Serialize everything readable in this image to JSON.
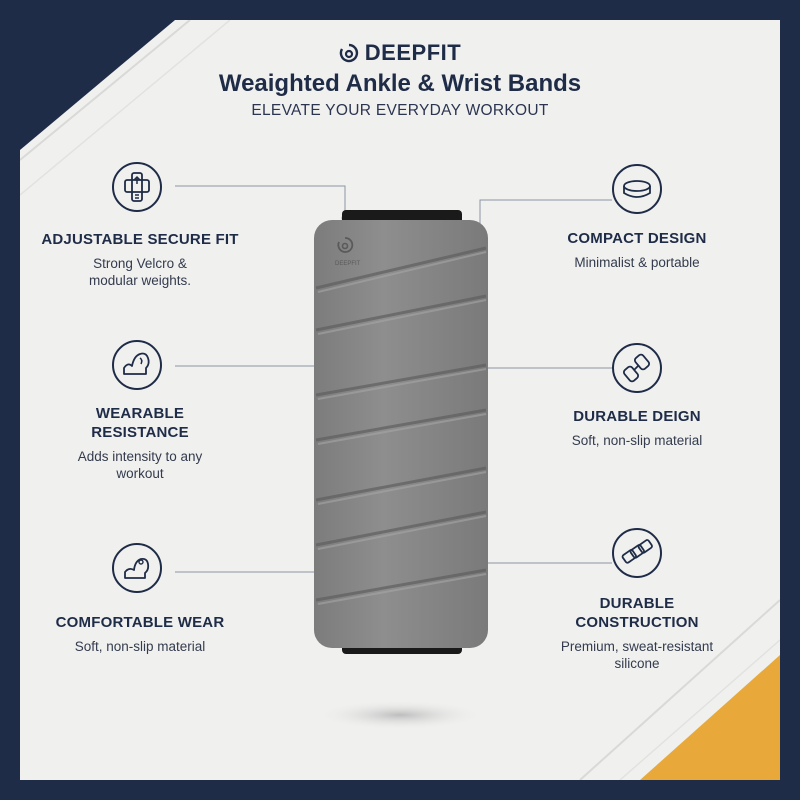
{
  "brand": {
    "name": "DEEPFIT"
  },
  "header": {
    "title": "Weaighted Ankle & Wrist Bands",
    "subtitle": "ELEVATE YOUR EVERYDAY WORKOUT"
  },
  "product": {
    "logo_text": "DEEPFIT"
  },
  "features": {
    "left": [
      {
        "heading_1": "ADJUSTABLE SECURE FIT",
        "heading_2": "",
        "desc_1": "Strong Velcro &",
        "desc_2": "modular weights.",
        "icon": "adjustable-strap-icon"
      },
      {
        "heading_1": "WEARABLE",
        "heading_2": "RESISTANCE",
        "desc_1": "Adds intensity to any",
        "desc_2": "workout",
        "icon": "flexed-arm-icon"
      },
      {
        "heading_1": "COMFORTABLE WEAR",
        "heading_2": "",
        "desc_1": "Soft, non-slip material",
        "desc_2": "",
        "icon": "arm-curl-icon"
      }
    ],
    "right": [
      {
        "heading_1": "COMPACT DESIGN",
        "heading_2": "",
        "desc_1": "Minimalist & portable",
        "desc_2": "",
        "icon": "band-ring-icon"
      },
      {
        "heading_1": "DURABLE DEIGN",
        "heading_2": "",
        "desc_1": "Soft, non-slip material",
        "desc_2": "",
        "icon": "chain-links-icon"
      },
      {
        "heading_1": "DURABLE",
        "heading_2": "CONSTRUCTION",
        "desc_1": "Premium, sweat-resistant",
        "desc_2": "silicone",
        "icon": "link-segments-icon"
      }
    ]
  },
  "colors": {
    "navy": "#1f2c47",
    "gold": "#e8a93a",
    "panel": "#f0f0ef",
    "band": "#8a8a8a"
  }
}
